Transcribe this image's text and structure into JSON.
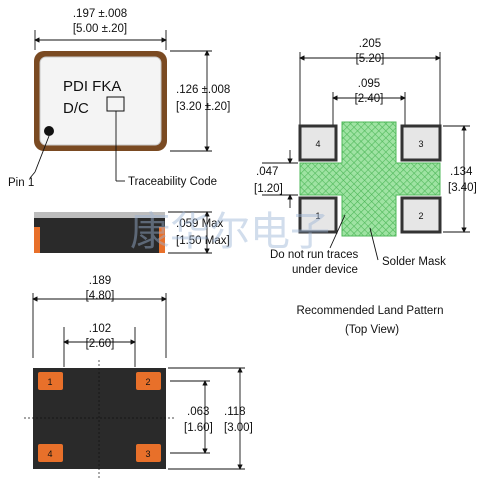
{
  "top_view": {
    "width_in": ".197 ±.008",
    "width_mm": "[5.00 ±.20]",
    "height_in": ".126 ±.008",
    "height_mm": "[3.20 ±.20]",
    "marking_line1": "PDI FKA",
    "marking_line2": "D/C",
    "pin1_label": "Pin 1",
    "traceability_label": "Traceability Code"
  },
  "side_view": {
    "height_in": ".059 Max",
    "height_mm": "[1.50 Max]"
  },
  "bottom_view": {
    "width_in": ".189",
    "width_mm": "[4.80]",
    "pad_pitch_in": ".102",
    "pad_pitch_mm": "[2.60]",
    "pad_vpitch_in": ".063",
    "pad_vpitch_mm": "[1.60]",
    "height_in": ".118",
    "height_mm": "[3.00]",
    "pads": [
      "1",
      "2",
      "3",
      "4"
    ]
  },
  "land_pattern": {
    "width_in": ".205",
    "width_mm": "[5.20]",
    "pitch_in": ".095",
    "pitch_mm": "[2.40]",
    "pad_h_in": ".047",
    "pad_h_mm": "[1.20]",
    "height_in": ".134",
    "height_mm": "[3.40]",
    "pads": [
      "1",
      "2",
      "3",
      "4"
    ],
    "note_line1": "Do not run traces",
    "note_line2": "under device",
    "solder_mask_label": "Solder Mask",
    "title_line1": "Recommended Land Pattern",
    "title_line2": "(Top View)"
  },
  "watermark": "康华尔电子",
  "colors": {
    "pad_orange": "#e8702a",
    "body_dark": "#2a2a2a",
    "frame_brown": "#7a4a22",
    "mask_green": "#9fe3a3"
  }
}
